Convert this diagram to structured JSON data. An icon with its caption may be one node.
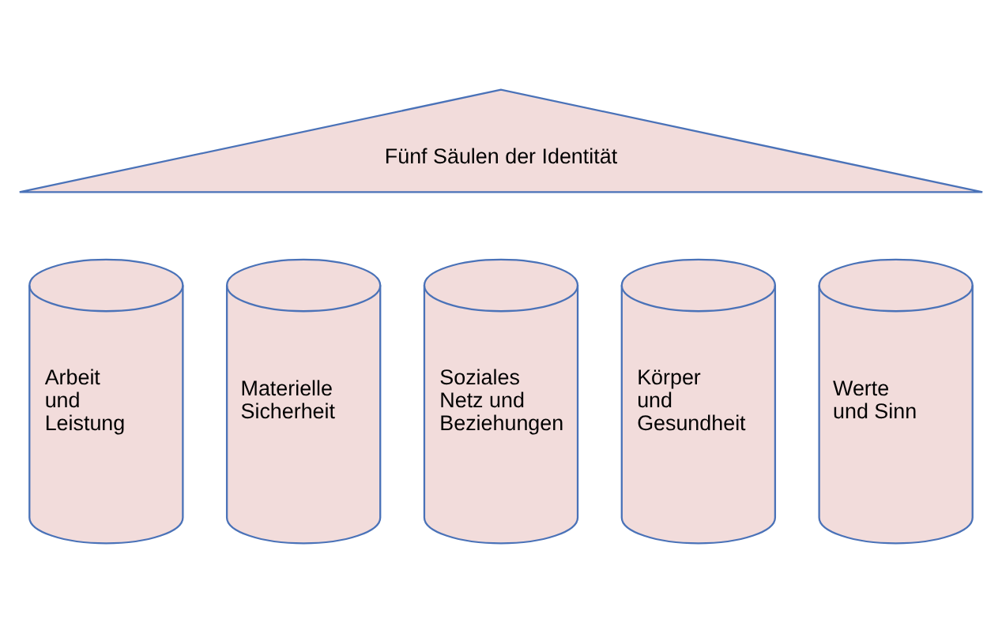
{
  "diagram": {
    "nodes": [
      {
        "text": [
          "Fünf Säulen der Identität"
        ]
      },
      {
        "text": [
          "Arbeit und Leistung"
        ]
      },
      {
        "text": [
          "Materielle Sicherheit"
        ]
      },
      {
        "text": [
          "Soziales Netz und Beziehungen"
        ]
      },
      {
        "text": [
          "Körper und Gesundheit"
        ]
      },
      {
        "text": [
          "Werte und Sinn"
        ]
      }
    ],
    "edges": []
  }
}
